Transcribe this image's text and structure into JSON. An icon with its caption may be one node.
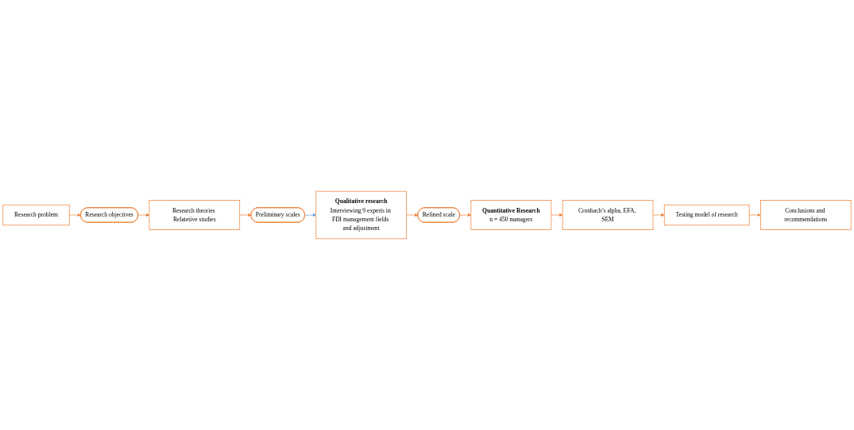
{
  "diagram": {
    "nodes": [
      {
        "text": [
          "Research problem"
        ]
      },
      {
        "text": [
          "Research objectives"
        ]
      },
      {
        "text": [
          "Research theories Relatetive studies"
        ]
      },
      {
        "text": [
          "Preliminary scales"
        ]
      },
      {
        "text": [
          "Qualitative research",
          "Interviewing 9 experts in FDI management fields and adjustment"
        ]
      },
      {
        "text": [
          "Refined scale"
        ]
      },
      {
        "text": [
          "Quantitative Research",
          "n = 450 managers"
        ]
      },
      {
        "text": [
          "Cronbach’s alpha, EFA, SEM"
        ]
      },
      {
        "text": [
          "Testing model of research"
        ]
      },
      {
        "text": [
          "Conclusions and recommendations"
        ]
      }
    ],
    "edges": [
      {
        "from": 0,
        "to": 1,
        "arrow": "to"
      },
      {
        "from": 1,
        "to": 2,
        "arrow": "to"
      },
      {
        "from": 2,
        "to": 3,
        "arrow": "to"
      },
      {
        "from": 3,
        "to": 4,
        "arrow": "to",
        "color": "#5b9bd5"
      },
      {
        "from": 4,
        "to": 5,
        "arrow": "to"
      },
      {
        "from": 5,
        "to": 6,
        "arrow": "to"
      },
      {
        "from": 6,
        "to": 7,
        "arrow": "to"
      },
      {
        "from": 7,
        "to": 8,
        "arrow": "to"
      },
      {
        "from": 8,
        "to": 9,
        "arrow": "to"
      }
    ]
  }
}
